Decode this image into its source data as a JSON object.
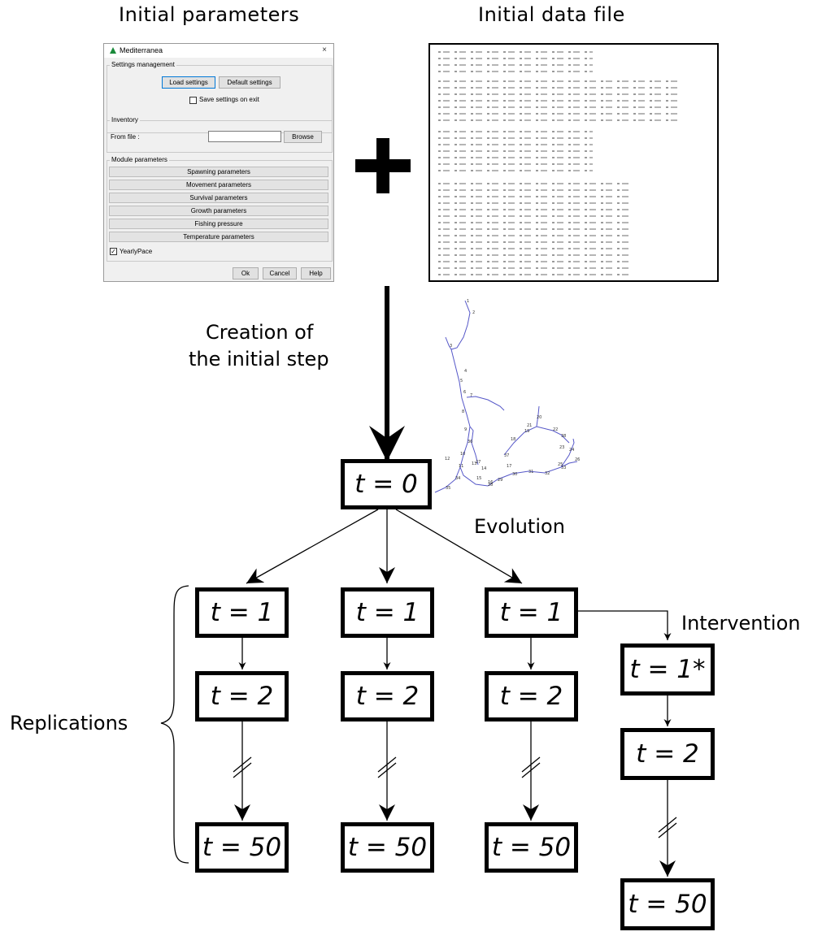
{
  "titles": {
    "initial_parameters": "Initial parameters",
    "initial_data_file": "Initial data file"
  },
  "dialog": {
    "title": "Mediterranea",
    "close": "×",
    "settings_group": "Settings management",
    "load_settings": "Load settings",
    "default_settings": "Default settings",
    "save_on_exit": "Save settings on exit",
    "inventory_group": "Inventory",
    "from_file": "From file :",
    "browse": "Browse",
    "module_group": "Module parameters",
    "modules": [
      "Spawning parameters",
      "Movement parameters",
      "Survival parameters",
      "Growth parameters",
      "Fishing pressure",
      "Temperature parameters"
    ],
    "yearly_pace": "YearlyPace",
    "ok": "Ok",
    "cancel": "Cancel",
    "help": "Help"
  },
  "plus_sign": "+",
  "labels": {
    "creation_line1": "Creation of",
    "creation_line2": "the initial step",
    "evolution": "Evolution",
    "intervention": "Intervention",
    "replications": "Replications"
  },
  "steps": {
    "t0": "t = 0",
    "t1": "t = 1",
    "t1_star": "t = 1*",
    "t2": "t = 2",
    "t50": "t = 50"
  },
  "network_node_labels": [
    "1",
    "2",
    "3",
    "4",
    "5",
    "6",
    "7",
    "8",
    "9",
    "10",
    "11",
    "12",
    "13",
    "14",
    "15",
    "16",
    "17",
    "18",
    "19",
    "20",
    "21",
    "22",
    "23",
    "24",
    "25",
    "26",
    "27",
    "28",
    "29",
    "30",
    "31",
    "32",
    "33",
    "34",
    "35",
    "36",
    "37",
    "38"
  ]
}
